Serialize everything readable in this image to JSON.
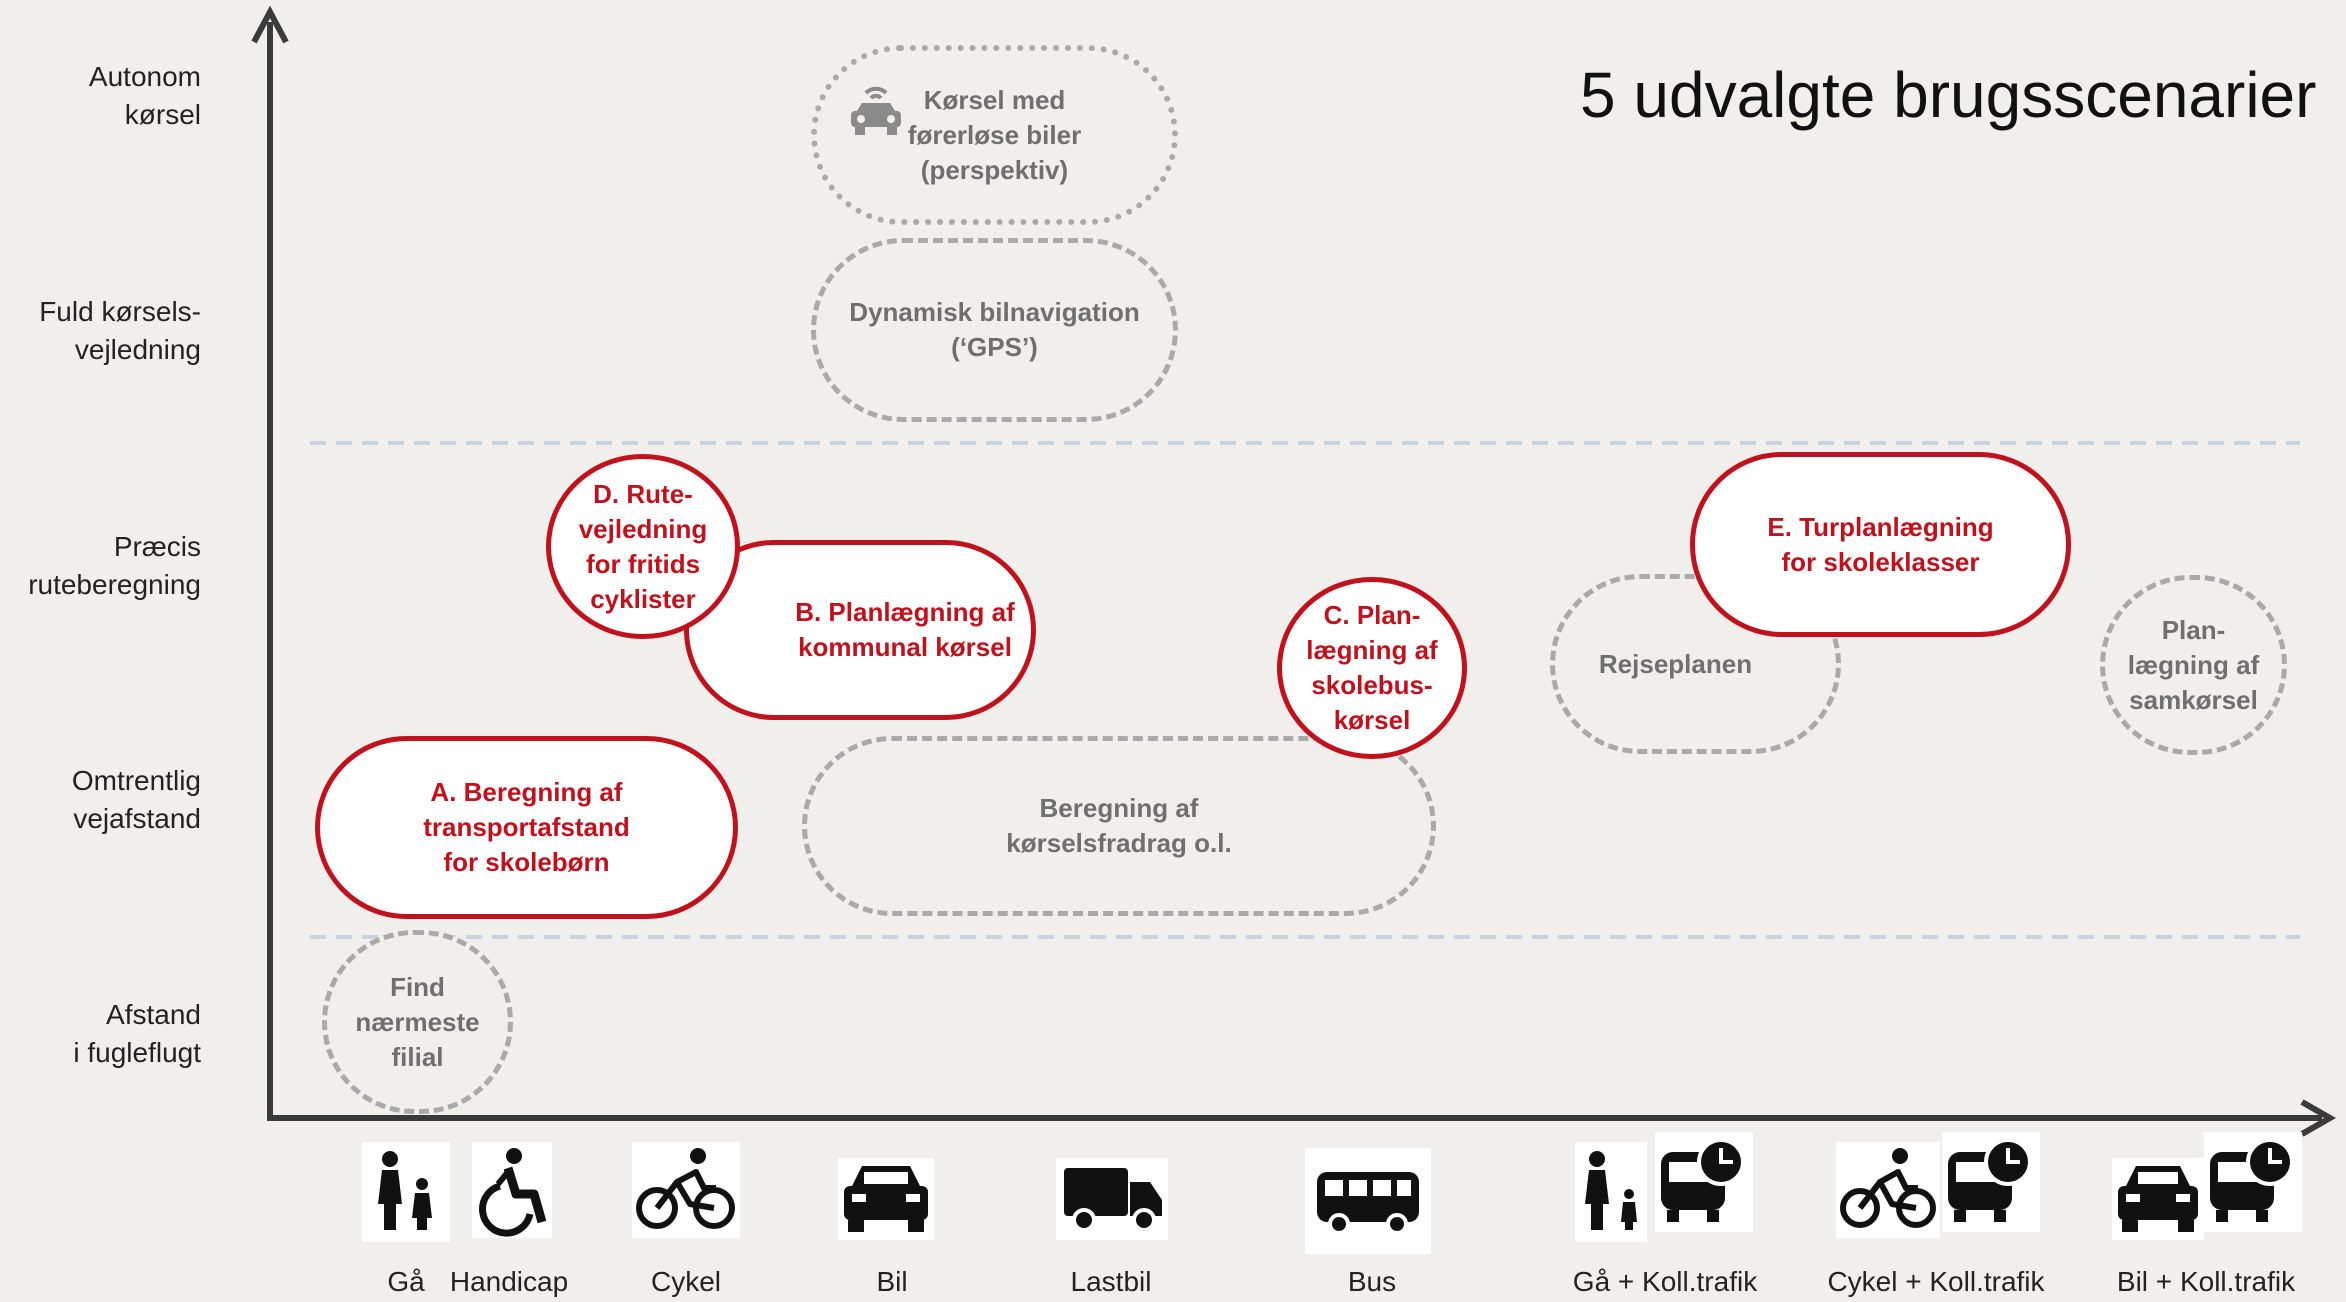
{
  "title": "5 udvalgte brugsscenarier",
  "y_levels": [
    "Autonom\nkørsel",
    "Fuld kørsels-\nvejledning",
    "Præcis\nruteberegning",
    "Omtrentlig\nvejafstand",
    "Afstand\ni fugleflugt"
  ],
  "bubbles": {
    "autonomous": "Kørsel med\nførerløse biler\n(perspektiv)",
    "gps": "Dynamisk bilnavigation\n(‘GPS’)",
    "scenario_d": "D. Rute-\nvejledning\nfor fritids\ncyklister",
    "scenario_b": "B. Planlægning af\nkommunal kørsel",
    "scenario_c": "C. Plan-\nlægning af\nskolebus-\nkørsel",
    "scenario_e": "E. Turplanlægning\nfor skoleklasser",
    "rejseplanen": "Rejseplanen",
    "samkorsel": "Plan-\nlægning af\nsamkørsel",
    "scenario_a": "A. Beregning af\ntransportafstand\nfor skolebørn",
    "korselsfradrag": "Beregning af\nkørselsfradrag o.l.",
    "filial": "Find\nnærmeste\nfilial"
  },
  "x_categories": [
    "Gå",
    "Handicap",
    "Cykel",
    "Bil",
    "Lastbil",
    "Bus",
    "Gå + Koll.trafik",
    "Cykel + Koll.trafik",
    "Bil + Koll.trafik"
  ],
  "colors": {
    "accent": "#c0111d",
    "neutral": "#a9a9a9",
    "background": "#f0efeb"
  },
  "icons": [
    "pedestrian-icon",
    "wheelchair-icon",
    "bicycle-icon",
    "car-icon",
    "truck-icon",
    "bus-icon",
    "public-transport-clock-icon",
    "autonomous-car-icon"
  ]
}
